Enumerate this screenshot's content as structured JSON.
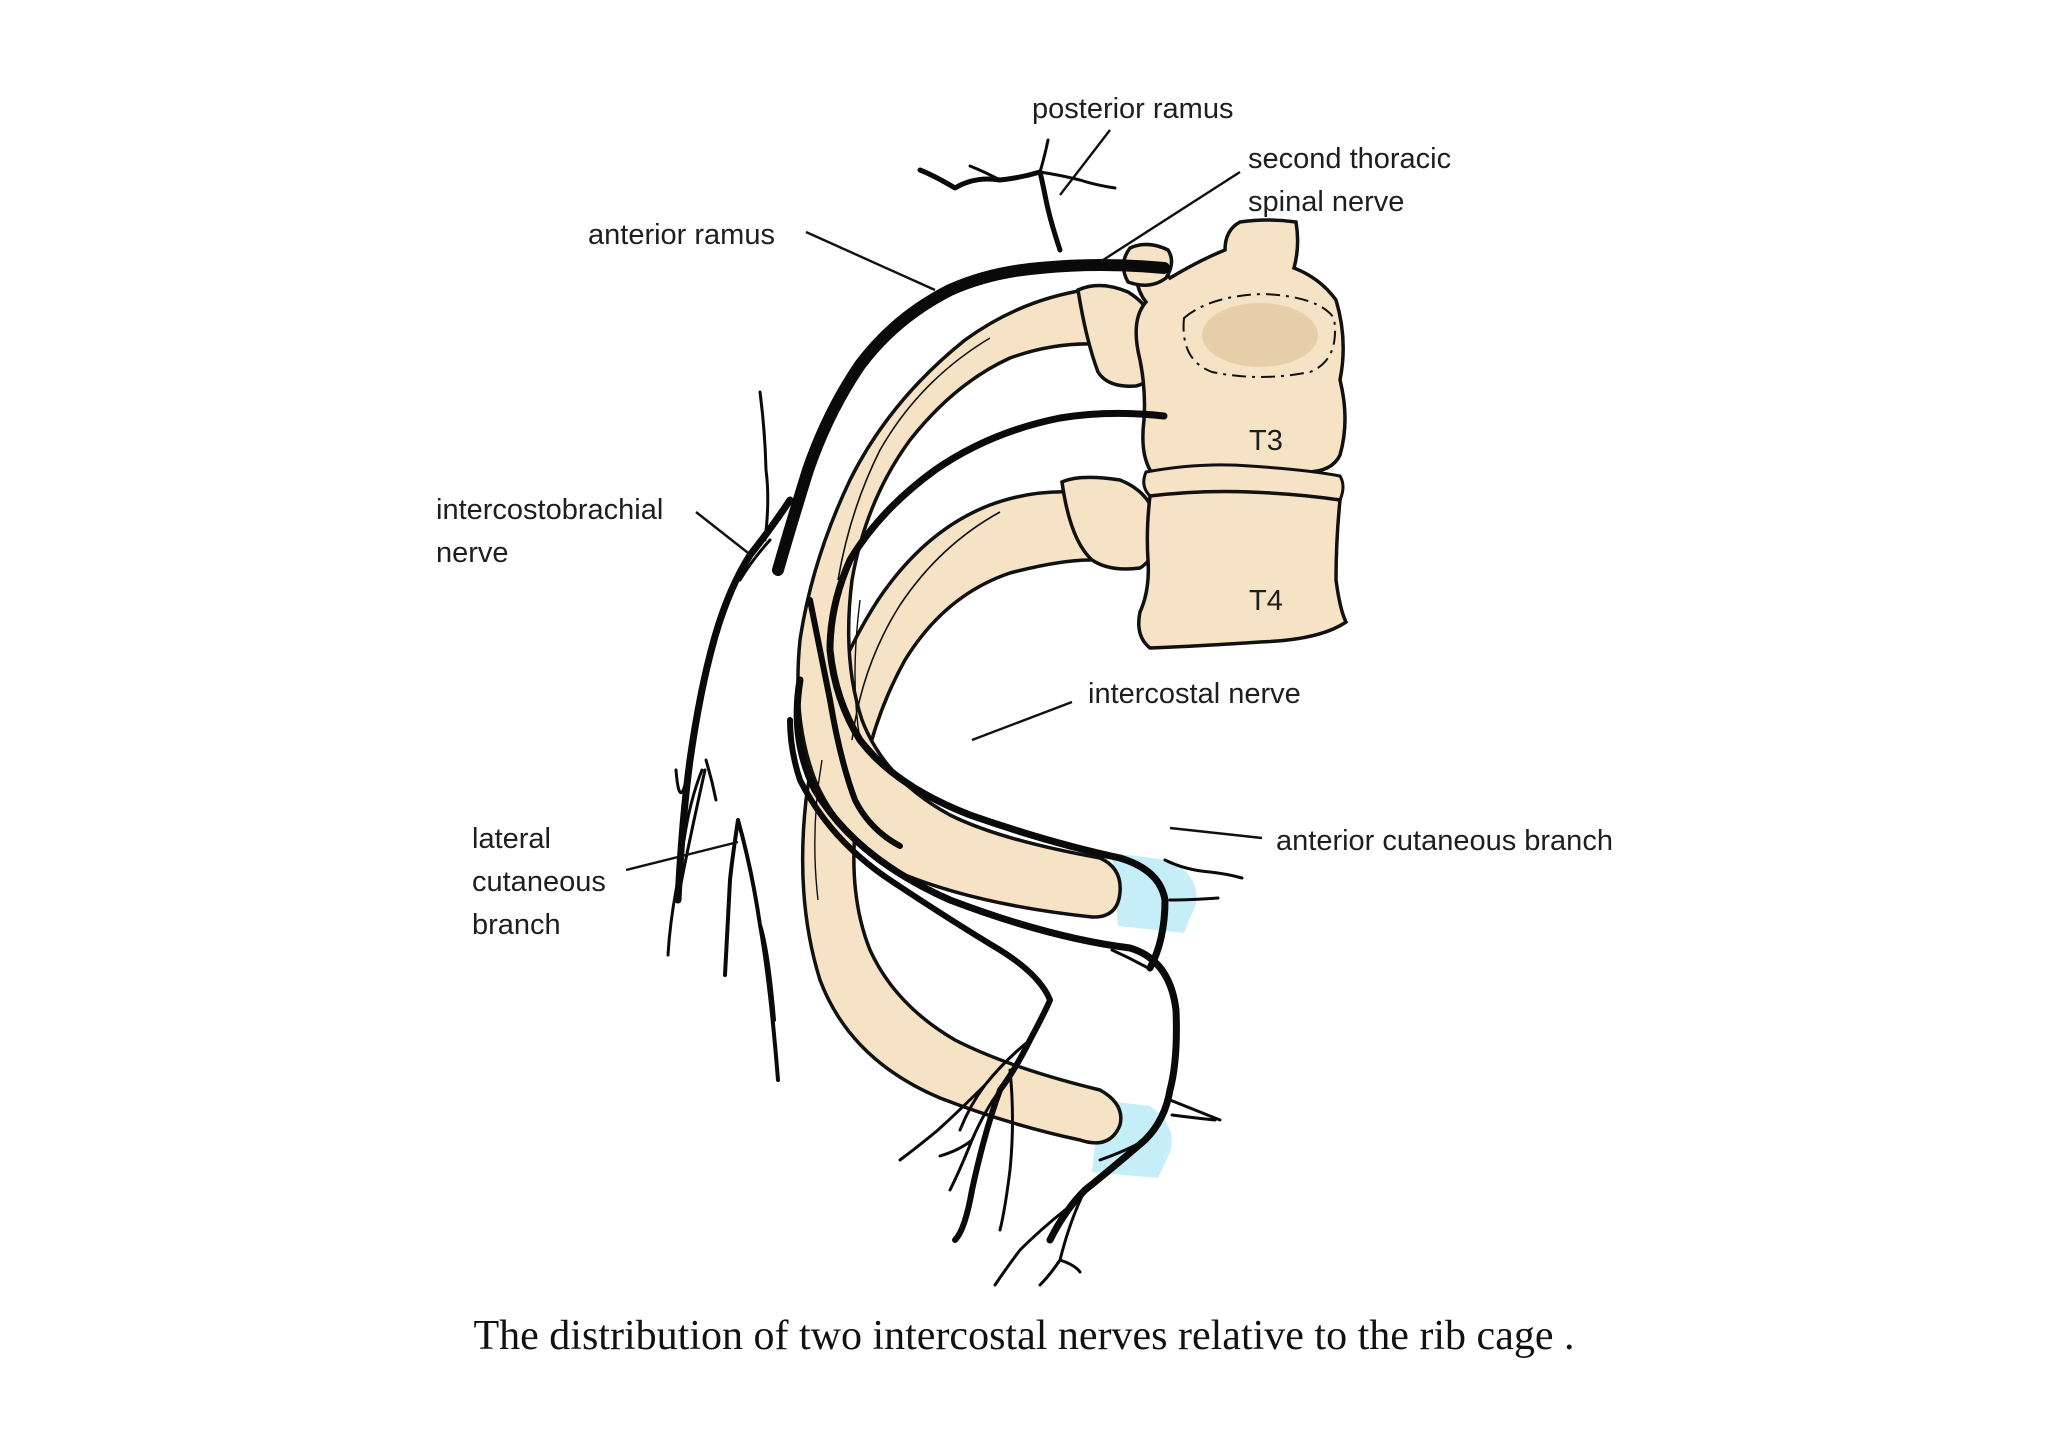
{
  "labels": {
    "posterior_ramus": "posterior ramus",
    "second_thoracic_line1": "second thoracic",
    "second_thoracic_line2": "spinal nerve",
    "anterior_ramus": "anterior ramus",
    "intercostobrachial_line1": "intercostobrachial",
    "intercostobrachial_line2": "nerve",
    "t3": "T3",
    "t4": "T4",
    "intercostal_nerve": "intercostal nerve",
    "lateral_line1": "lateral",
    "lateral_line2": "cutaneous",
    "lateral_line3": "branch",
    "anterior_cutaneous_branch": "anterior cutaneous branch"
  },
  "caption": "The distribution of two intercostal nerves relative to the rib cage .",
  "colors": {
    "bone": "#f6e3c6",
    "cartilage": "#c6eef8",
    "nerve": "#0a0a0a",
    "outline": "#111111",
    "background": "#ffffff"
  }
}
